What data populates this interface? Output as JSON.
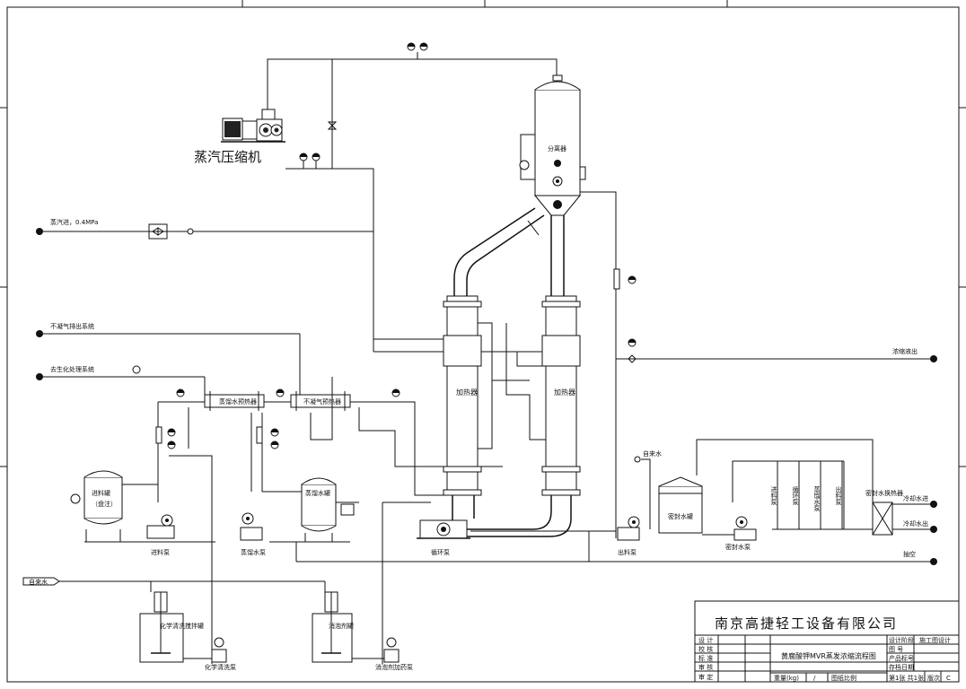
{
  "labels": {
    "compressor": "蒸汽压缩机",
    "steam_in": "蒸汽进，0.4MPa",
    "noncondensable": "不凝气排出系统",
    "to_biochem": "去生化处理系统",
    "tap_water": "自来水",
    "tap_water2": "自来水",
    "separator": "分离器",
    "heater1": "加热器",
    "heater2": "加热器",
    "concentrate_out": "浓缩液出",
    "feed_tank": "进料罐",
    "feed_tank_sub": "（盘注）",
    "condensate_tank": "蒸馏水罐",
    "preheater1": "蒸馏水预热器",
    "preheater2": "不凝气预热器",
    "seal_tank": "密封水罐",
    "seal_cooler": "密封水换热器",
    "cooling_in": "冷却水进",
    "cooling_out": "冷却水出",
    "vacuum": "抽空",
    "pump_feed": "进料泵",
    "pump_condensate": "蒸馏水泵",
    "pump_circ": "循环泵",
    "pump_out": "出料泵",
    "pump_seal": "密封水泵",
    "pump_clean": "化学清洗泵",
    "pump_defoam": "消泡剂加药泵",
    "tank_clean": "化学清洗搅拌罐",
    "tank_defoam": "消泡剂罐",
    "seal_pumps": [
      "进料泵",
      "循环泵",
      "蒸馏水泵",
      "出料泵"
    ]
  },
  "title_block": {
    "company": "南京高捷轻工设备有限公司",
    "drawing_title": "黄腐酸钾MVR蒸发浓缩流程图",
    "roles": [
      "设 计",
      "校 核",
      "标 准",
      "审 核",
      "审 定"
    ],
    "right_labels": [
      "设计阶段",
      "图 号",
      "产品标号",
      "存档日期"
    ],
    "stage_value": "施工图设计",
    "weight_label": "重量(kg)",
    "weight_value": "/",
    "scale_label": "图纸比例",
    "sheet": "第1张 共1张",
    "version_label": "版次",
    "version_value": "C"
  }
}
